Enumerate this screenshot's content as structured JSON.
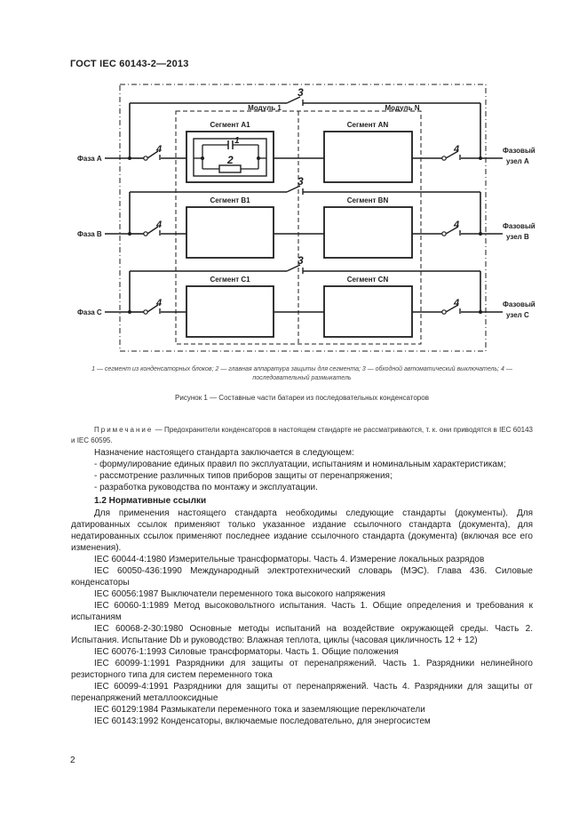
{
  "header": {
    "title": "ГОСТ IEC 60143-2—2013"
  },
  "figure": {
    "module_labels": [
      "Модуль 1",
      "Модуль N"
    ],
    "segments": [
      {
        "phase_label": "Фаза А",
        "node_label": [
          "Фазовый",
          "узел А"
        ],
        "segment_left": "Сегмент А1",
        "segment_right": "Сегмент АN"
      },
      {
        "phase_label": "Фаза В",
        "node_label": [
          "Фазовый",
          "узел В"
        ],
        "segment_left": "Сегмент В1",
        "segment_right": "Сегмент ВN"
      },
      {
        "phase_label": "Фаза С",
        "node_label": [
          "Фазовый",
          "узел С"
        ],
        "segment_left": "Сегмент С1",
        "segment_right": "Сегмент СN"
      }
    ],
    "callouts": {
      "bypass": "3",
      "disconnector": "4",
      "capacitor": "1",
      "protection": "2"
    },
    "legend": "1 — сегмент из конденсаторных блоков; 2 — главная аппаратура защиты для сегмента; 3 — обходной автоматический выключатель; 4 — последовательный размыкатель",
    "title": "Рисунок 1 — Составные части батареи из последовательных конденсаторов"
  },
  "note": {
    "label": "Примечание",
    "text": " — Предохранители конденсаторов в настоящем стандарте не рассматриваются, т. к. они приводятся в IEC 60143 и IEC 60595."
  },
  "body": {
    "intro": "Назначение настоящего стандарта заключается в следующем:",
    "bullets": [
      "- формулирование единых правил по эксплуатации, испытаниям и номинальным характеристикам;",
      "- рассмотрение различных типов приборов защиты от перенапряжения;",
      "- разработка руководства по монтажу и эксплуатации."
    ],
    "section_title": "1.2 Нормативные ссылки",
    "section_intro": "Для применения настоящего стандарта необходимы следующие стандарты (документы). Для датированных ссылок применяют только указанное издание ссылочного стандарта (документа), для недатированных ссылок применяют последнее издание ссылочного стандарта (документа) (включая все его изменения).",
    "references": [
      "IEC 60044-4:1980 Измерительные трансформаторы. Часть 4. Измерение локальных разрядов",
      "IEC 60050-436:1990 Международный электротехнический словарь (МЭС). Глава 436. Силовые конденсаторы",
      "IEC 60056:1987 Выключатели переменного тока высокого напряжения",
      "IEC 60060-1:1989 Метод высоковольтного испытания. Часть 1. Общие определения и требования к испытаниям",
      "IEC 60068-2-30:1980 Основные методы испытаний на воздействие окружающей среды. Часть 2. Испытания. Испытание Db и руководство: Влажная теплота, циклы (часовая цикличность 12 + 12)",
      "IEC 60076-1:1993 Силовые трансформаторы. Часть 1. Общие положения",
      "IEC 60099-1:1991 Разрядники для защиты от перенапряжений. Часть 1. Разрядники нелинейного резисторного типа для систем переменного тока",
      "IEC 60099-4:1991 Разрядники для защиты от перенапряжений. Часть 4. Разрядники для защиты от перенапряжений металлооксидные",
      "IEC 60129:1984 Размыкатели переменного тока и заземляющие переключатели",
      "IEC 60143:1992 Конденсаторы, включаемые последовательно, для энергосистем"
    ]
  },
  "page_number": "2"
}
